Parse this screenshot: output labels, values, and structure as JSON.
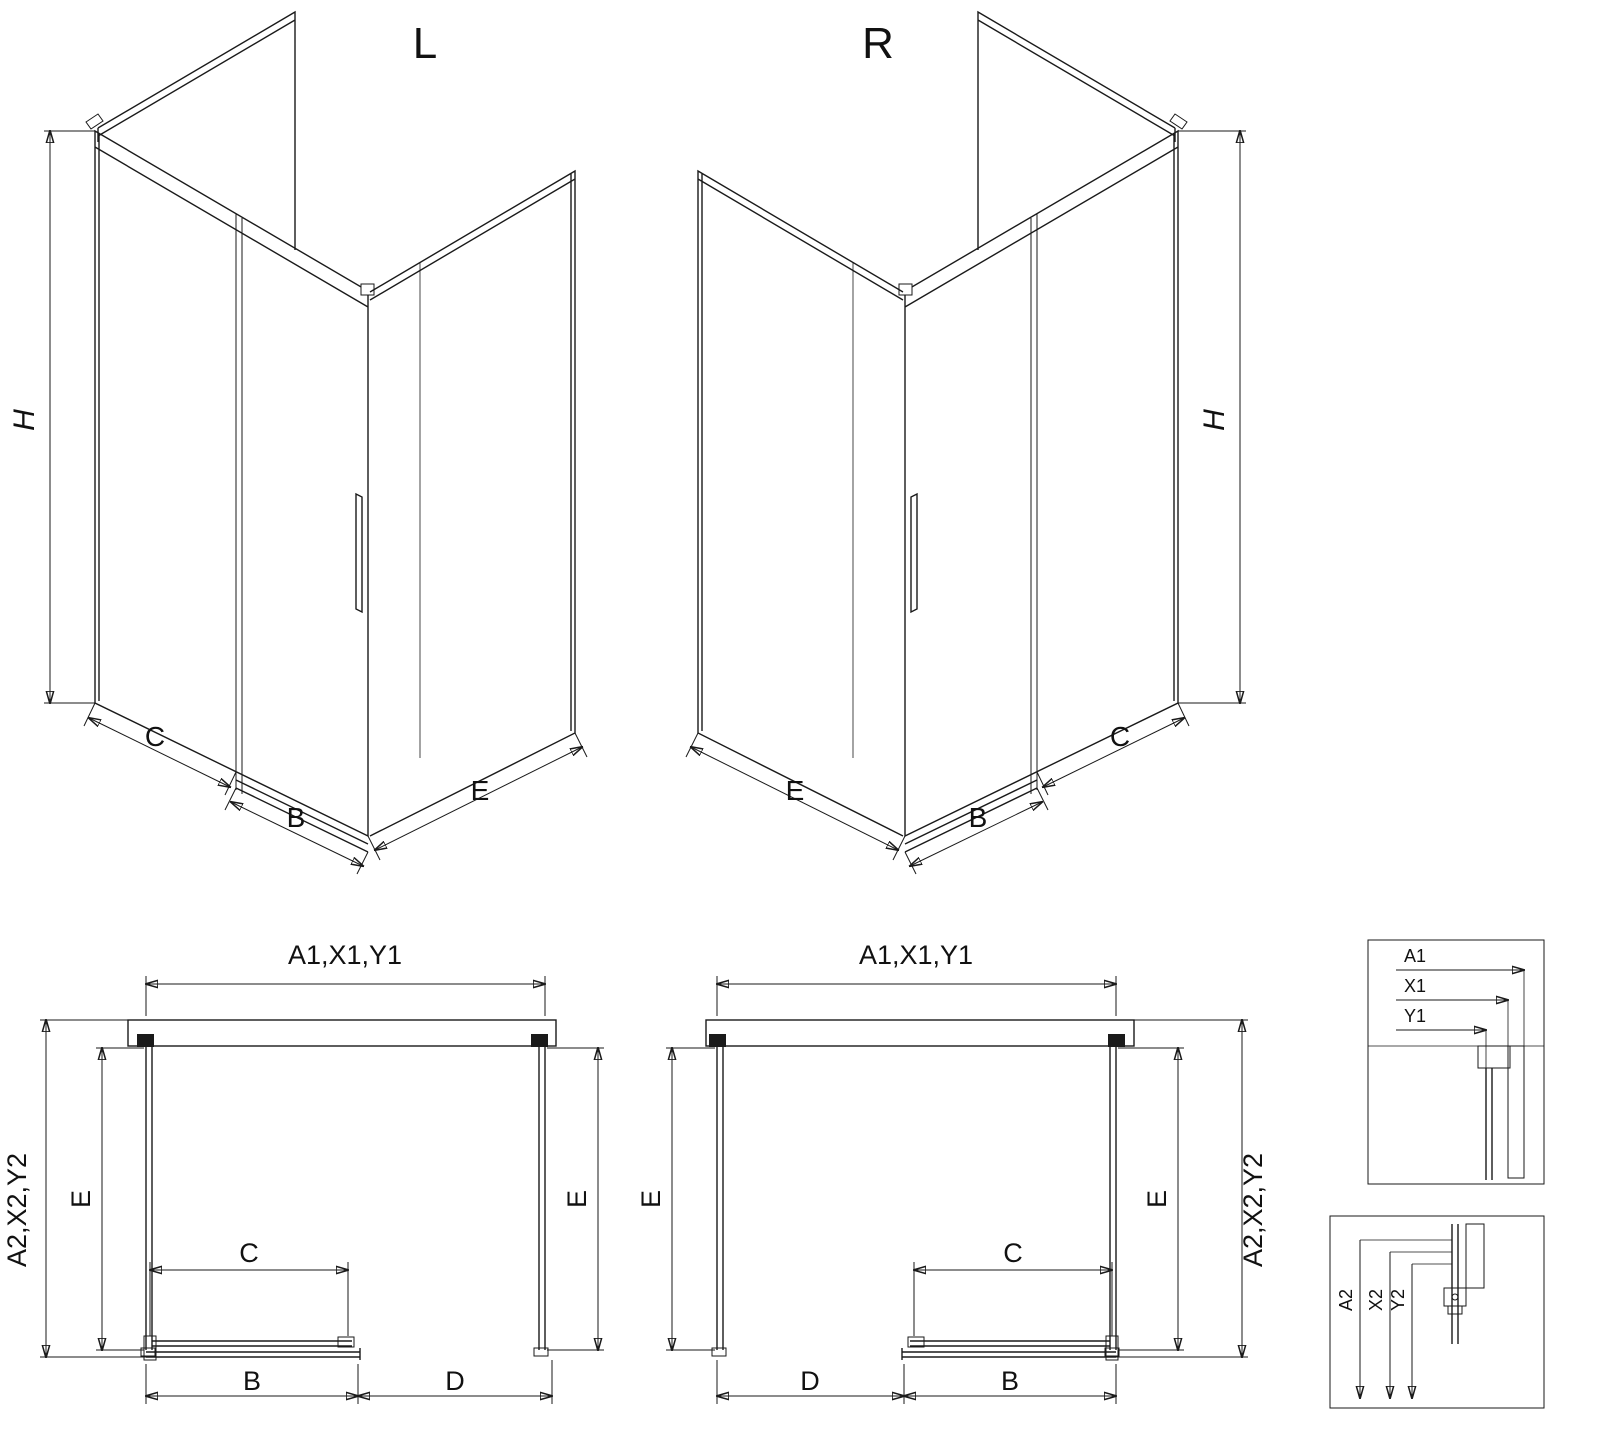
{
  "colors": {
    "ink": "#1a1a1a",
    "background": "#ffffff",
    "hatch": "#333333"
  },
  "iso_left": {
    "title": "L",
    "dims": {
      "h": "H",
      "c": "C",
      "b": "B",
      "e": "E"
    }
  },
  "iso_right": {
    "title": "R",
    "dims": {
      "h": "H",
      "c": "C",
      "b": "B",
      "e": "E"
    }
  },
  "plan_left": {
    "dims": {
      "width_top": "A1,X1,Y1",
      "depth_outer": "A2,X2,Y2",
      "depth_left": "E",
      "depth_right": "E",
      "c": "C",
      "b": "B",
      "d": "D"
    }
  },
  "plan_right": {
    "dims": {
      "width_top": "A1,X1,Y1",
      "depth_outer": "A2,X2,Y2",
      "depth_left": "E",
      "depth_right": "E",
      "c": "C",
      "b": "B",
      "d": "D"
    }
  },
  "detail_wall_section": {
    "labels": {
      "a1": "A1",
      "x1": "X1",
      "y1": "Y1"
    }
  },
  "detail_floor_section": {
    "labels": {
      "a2": "A2",
      "x2": "X2",
      "y2": "Y2"
    }
  }
}
